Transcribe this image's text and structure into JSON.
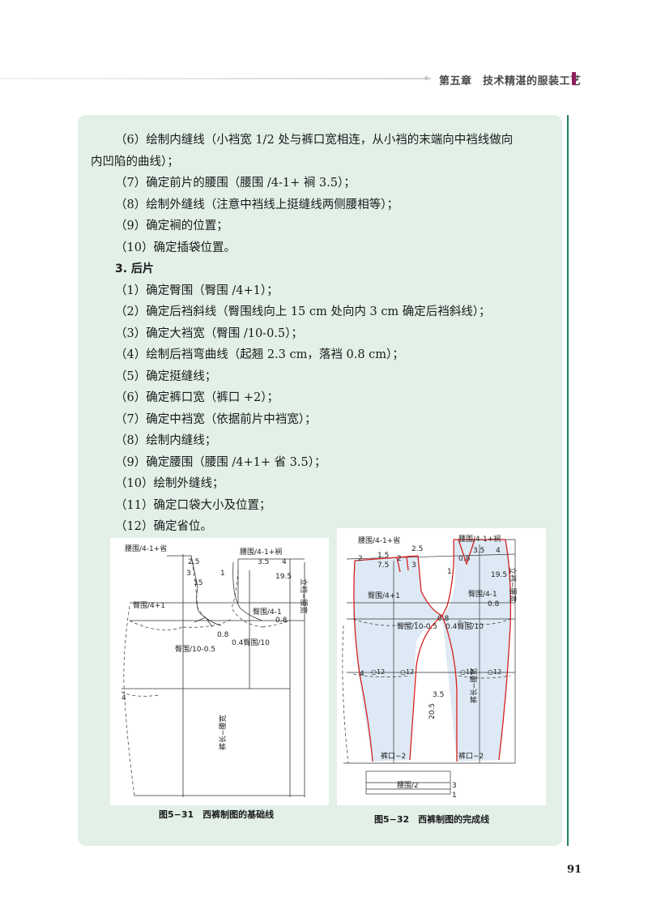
{
  "header": {
    "chapter_title": "第五章　技术精湛的服装工艺"
  },
  "body": {
    "lines": [
      {
        "text": "（6）绘制内缝线（小裆宽 1/2 处与裤口宽相连，从小裆的末端向中裆线做向",
        "style": "indent"
      },
      {
        "text": "内凹陷的曲线）；",
        "style": "noindent"
      },
      {
        "text": "（7）确定前片的腰围（腰围 /4-1+ 裥 3.5）；",
        "style": "indent"
      },
      {
        "text": "（8）绘制外缝线（注意中裆线上挺缝线两侧腰相等）；",
        "style": "indent"
      },
      {
        "text": "（9）确定裥的位置；",
        "style": "indent"
      },
      {
        "text": "（10）确定插袋位置。",
        "style": "indent"
      },
      {
        "text": "3. 后片",
        "style": "heading"
      },
      {
        "text": "（1）确定臀围（臀围 /4+1）；",
        "style": "indent"
      },
      {
        "text": "（2）确定后裆斜线（臀围线向上 15 cm 处向内 3 cm 确定后裆斜线）；",
        "style": "indent"
      },
      {
        "text": "（3）确定大裆宽（臀围 /10-0.5）；",
        "style": "indent"
      },
      {
        "text": "（4）绘制后裆弯曲线（起翘 2.3 cm，落裆 0.8 cm）；",
        "style": "indent"
      },
      {
        "text": "（5）确定挺缝线；",
        "style": "indent"
      },
      {
        "text": "（6）确定裤口宽（裤口 +2）；",
        "style": "indent"
      },
      {
        "text": "（7）确定中裆宽（依据前片中裆宽）；",
        "style": "indent"
      },
      {
        "text": "（8）绘制内缝线；",
        "style": "indent"
      },
      {
        "text": "（9）确定腰围（腰围 /4+1+ 省 3.5）；",
        "style": "indent"
      },
      {
        "text": "（10）绘制外缝线；",
        "style": "indent"
      },
      {
        "text": "（11）确定口袋大小及位置；",
        "style": "indent"
      },
      {
        "text": "（12）确定省位。",
        "style": "indent"
      }
    ]
  },
  "figure1": {
    "caption": "图5−31　西裤制图的基础线",
    "labels": {
      "waist_back": "腰围/4-1+省",
      "waist_front": "腰围/4-1+裥",
      "v25": "2.5",
      "v3": "3",
      "v15": "15",
      "v35": "3.5",
      "v4": "4",
      "v1": "1",
      "v195": "19.5",
      "rise": "立裆−腰宽",
      "hip_back": "臀围/4+1",
      "hip_front": "臀围/4-1",
      "v08a": "0.8",
      "v08b": "0.8",
      "hip_front_crotch": "0.4臀围/10",
      "hip_back_crotch": "臀围/10-0.5",
      "v4b": "4",
      "length": "裤长−腰宽"
    }
  },
  "figure2": {
    "caption": "图5−32　西裤制图的完成线",
    "labels": {
      "waist_back": "腰围/4-1+省",
      "waist_front": "腰围/4-1+裥",
      "v25": "2.5",
      "v2": "2",
      "v15": "1.5",
      "v2b": "2",
      "v3": "3",
      "v75": "7.5",
      "v08": "0.8",
      "v35": "3.5",
      "v4": "4",
      "v1": "1",
      "v195": "19.5",
      "rise": "立裆−腰宽",
      "hip_back": "臀围/4+1",
      "hip_front": "臀围/4-1",
      "v08b": "0.8",
      "v08c": "0.8",
      "hip_back_crotch": "臀围/10-0.5",
      "hip_front_crotch": "0.4臀围/10",
      "v4b": "4",
      "knee_a": "○12",
      "knee_b": "○12",
      "knee_c": "○12",
      "knee_d": "○12",
      "length": "裤长−腰宽",
      "v35b": "3.5",
      "v205": "20.5",
      "hem_back": "裤口−2",
      "hem_front": "裤口−2",
      "waistband": "腰围/2",
      "v3b": "3",
      "v1b": "1"
    }
  },
  "page_number": "91"
}
